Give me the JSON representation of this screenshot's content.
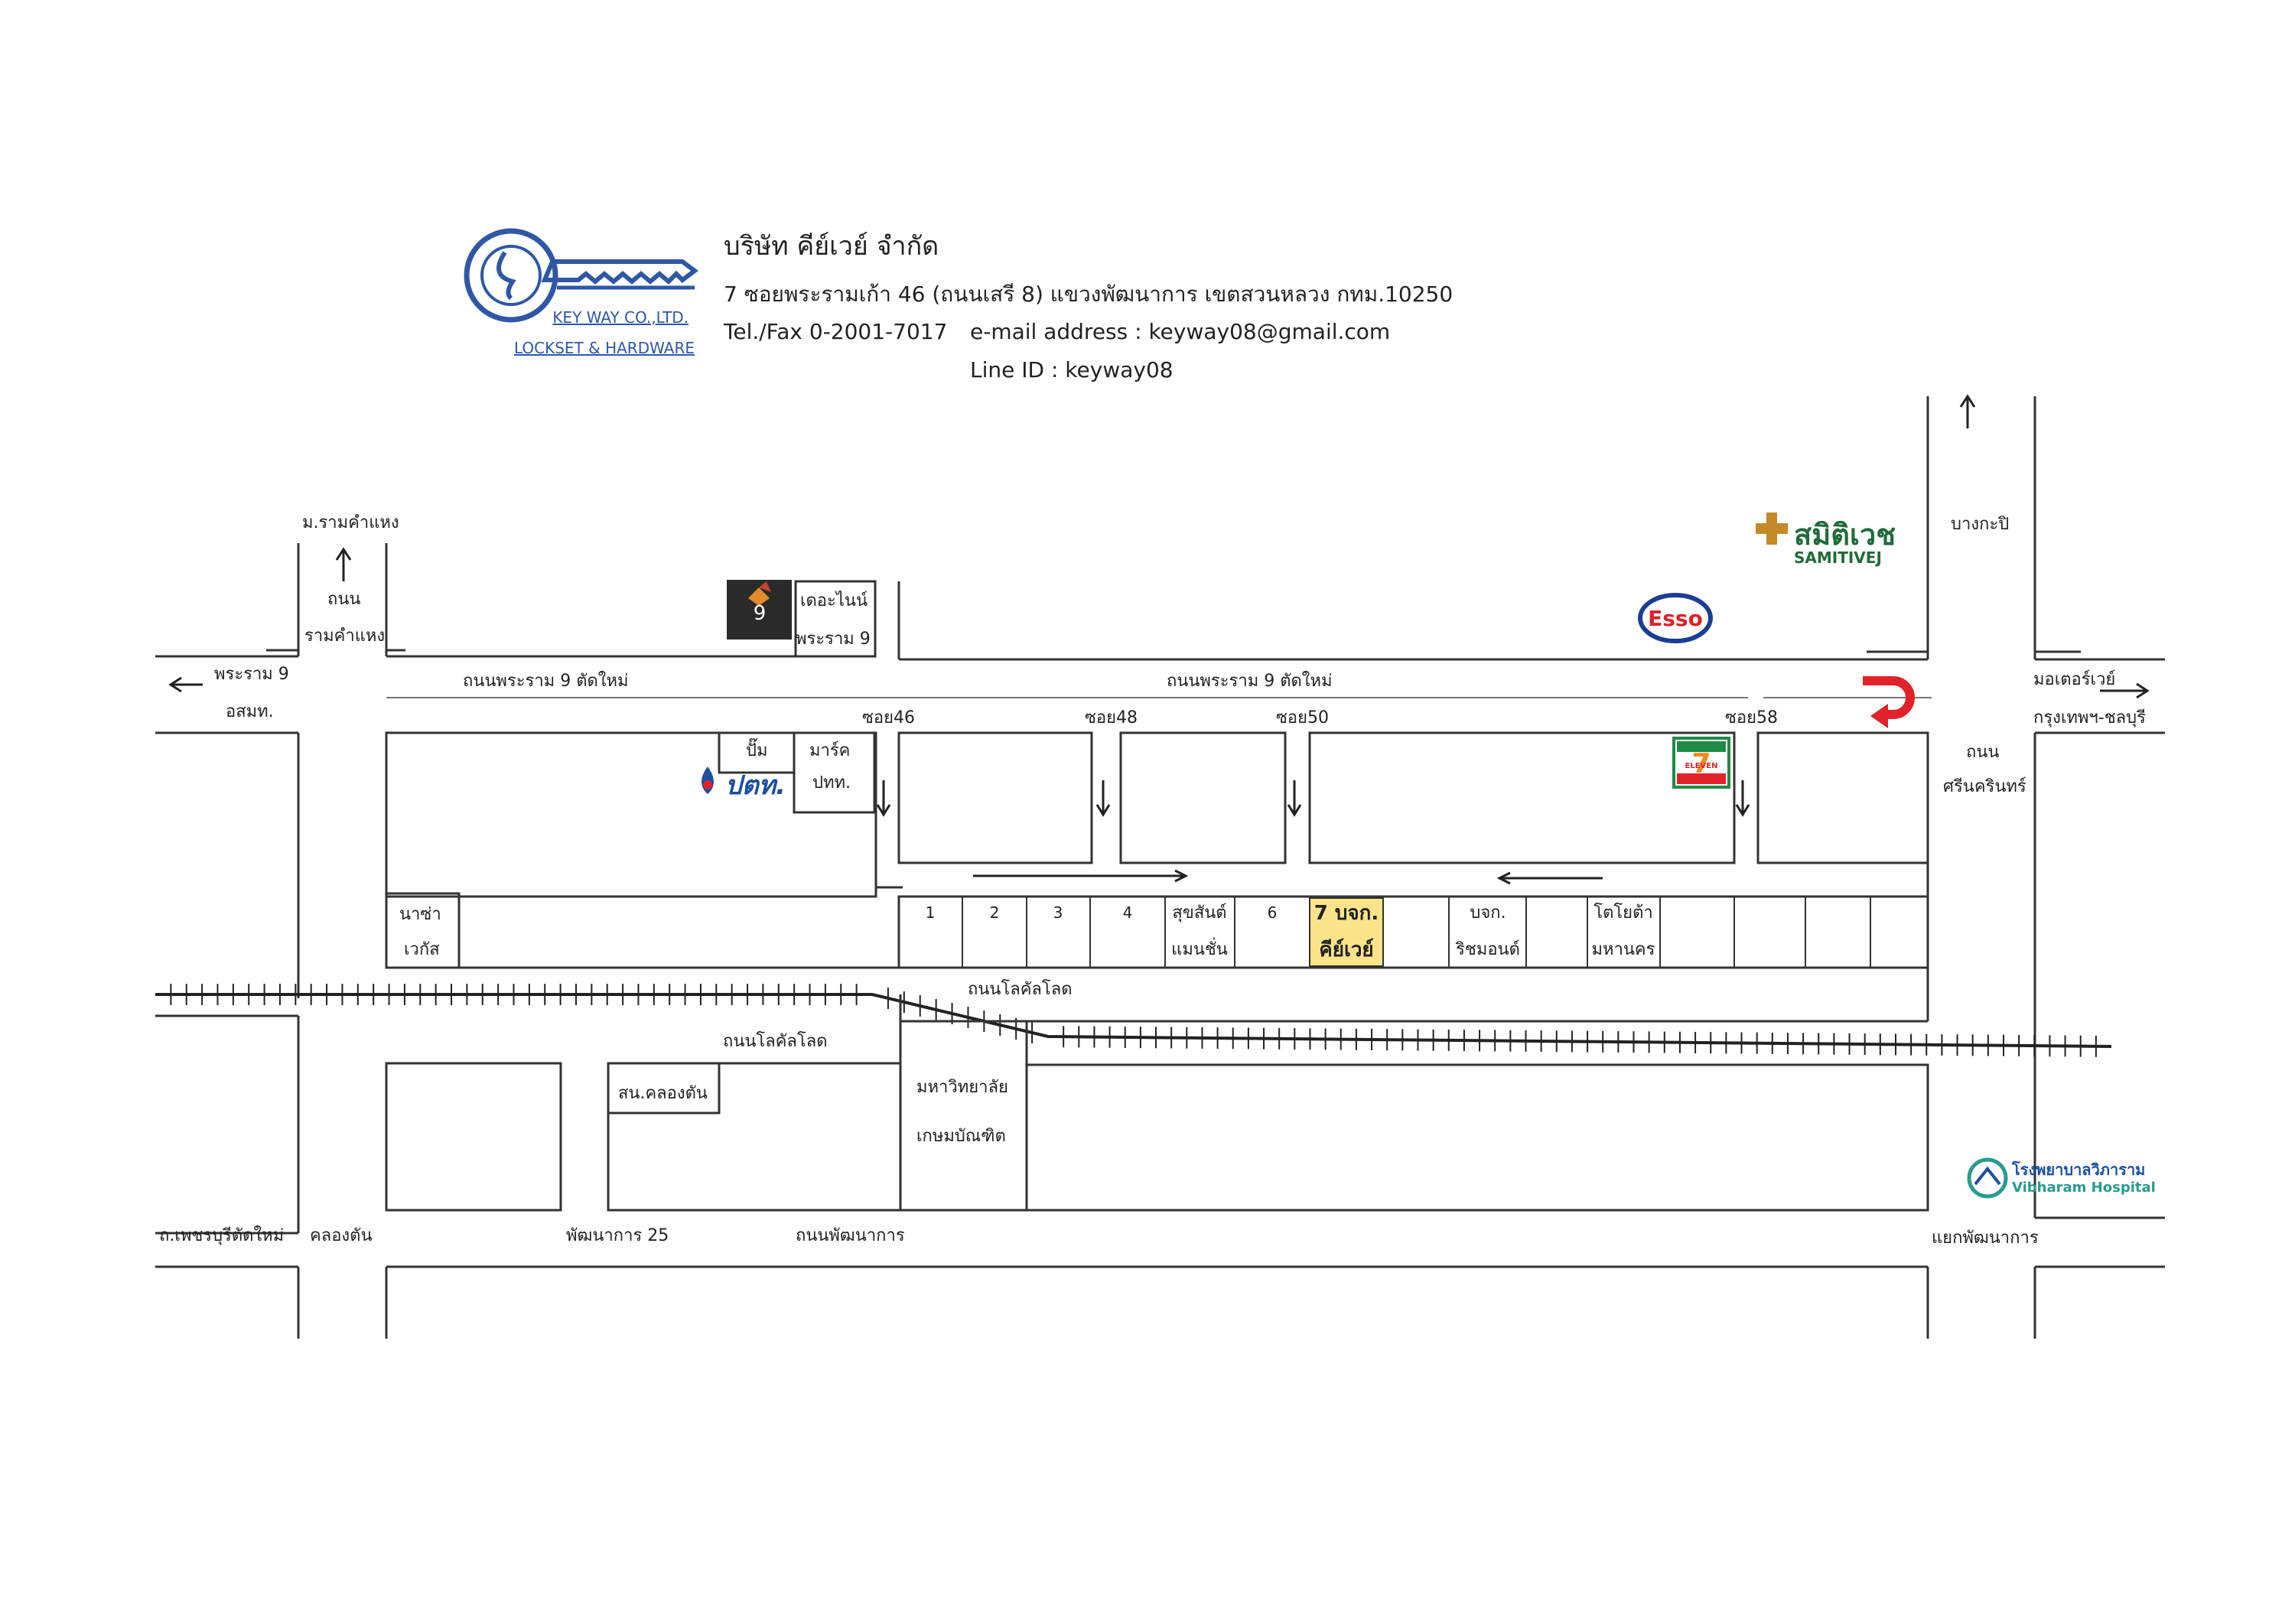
{
  "company": {
    "logo_main": "KEY WAY CO.,LTD.",
    "logo_sub": "LOCKSET & HARDWARE",
    "name": "บริษัท คีย์เวย์ จำกัด",
    "address": "7 ซอยพระรามเก้า 46 (ถนนเสรี 8)  แขวงพัฒนาการ เขตสวนหลวง กทม.10250",
    "telfax": "Tel./Fax 0-2001-7017",
    "email": "e-mail address : keyway08@gmail.com",
    "line": "Line ID : keyway08"
  },
  "roads": {
    "rama9_left": "ถนนพระราม 9 ตัดใหม่",
    "rama9_right": "ถนนพระราม 9 ตัดใหม่",
    "ramkhamhaeng_1": "ถนน",
    "ramkhamhaeng_2": "รามคำแหง",
    "ramkhamhaeng_uni": "ม.รามคำแหง",
    "rama9_west": "พระราม 9",
    "rama9_west2": "อสมท.",
    "motorway": "มอเตอร์เวย์",
    "motorway2": "กรุงเทพฯ-ชลบุรี",
    "srinakarin_1": "ถนน",
    "srinakarin_2": "ศรีนครินทร์",
    "bangkapi": "บางกะปิ",
    "soi46": "ซอย46",
    "soi48": "ซอย48",
    "soi50": "ซอย50",
    "soi58": "ซอย58",
    "local_road_1": "ถนนโลคัลโลด",
    "local_road_2": "ถนนโลคัลโลด",
    "phetchaburi": "ถ.เพชรบุรีตัดใหม่",
    "khlongtan": "คลองตัน",
    "phatthanakan25": "พัฒนาการ 25",
    "phatthanakan_rd": "ถนนพัฒนาการ",
    "phatthanakan_jct": "แยกพัฒนาการ"
  },
  "places": {
    "the_nine_1": "เดอะไนน์",
    "the_nine_2": "พระราม 9",
    "the_nine_logo": "9",
    "pump": "ปั๊ม",
    "ptt": "ปตท.",
    "ptt_logo": "ปตท.",
    "mart_1": "มาร์ค",
    "mart_2": "ปทท.",
    "nasha_1": "นาซ่า",
    "nasha_2": "เวกัส",
    "samitivej_th": "สมิติเวช",
    "samitivej_en": "SAMITIVEJ",
    "esso": "Esso",
    "seven_num": "7",
    "seven_txt": "ELEVEN",
    "khlongtan_office": "สน.คลองตัน",
    "kasem_1": "มหาวิทยาลัย",
    "kasem_2": "เกษมบัณฑิต",
    "vibharam_th": "โรงพยาบาลวิภาราม",
    "vibharam_en": "Vibharam Hospital"
  },
  "shops": {
    "s1": "1",
    "s2": "2",
    "s3": "3",
    "s4": "4",
    "suksan_1": "สุขสันต์",
    "suksan_2": "แมนชั่น",
    "s6": "6",
    "keyway_1": "7 บจก.",
    "keyway_2": "คีย์เวย์",
    "richmond_1": "บจก.",
    "richmond_2": "ริชมอนด์",
    "toyota_1": "โตโยต้า",
    "toyota_2": "มหานคร"
  },
  "colors": {
    "logo_blue": "#2f57a6",
    "highlight": "#fbe38a",
    "esso_red": "#d9232a",
    "esso_blue": "#1b3e94",
    "seven_green": "#1f8a45",
    "seven_orange": "#f08a1c",
    "uturn_red": "#e0232b",
    "ptt_blue": "#1b4fa0",
    "samitivej_green": "#1f6b3a",
    "vibharam_teal": "#2a9a8e"
  }
}
